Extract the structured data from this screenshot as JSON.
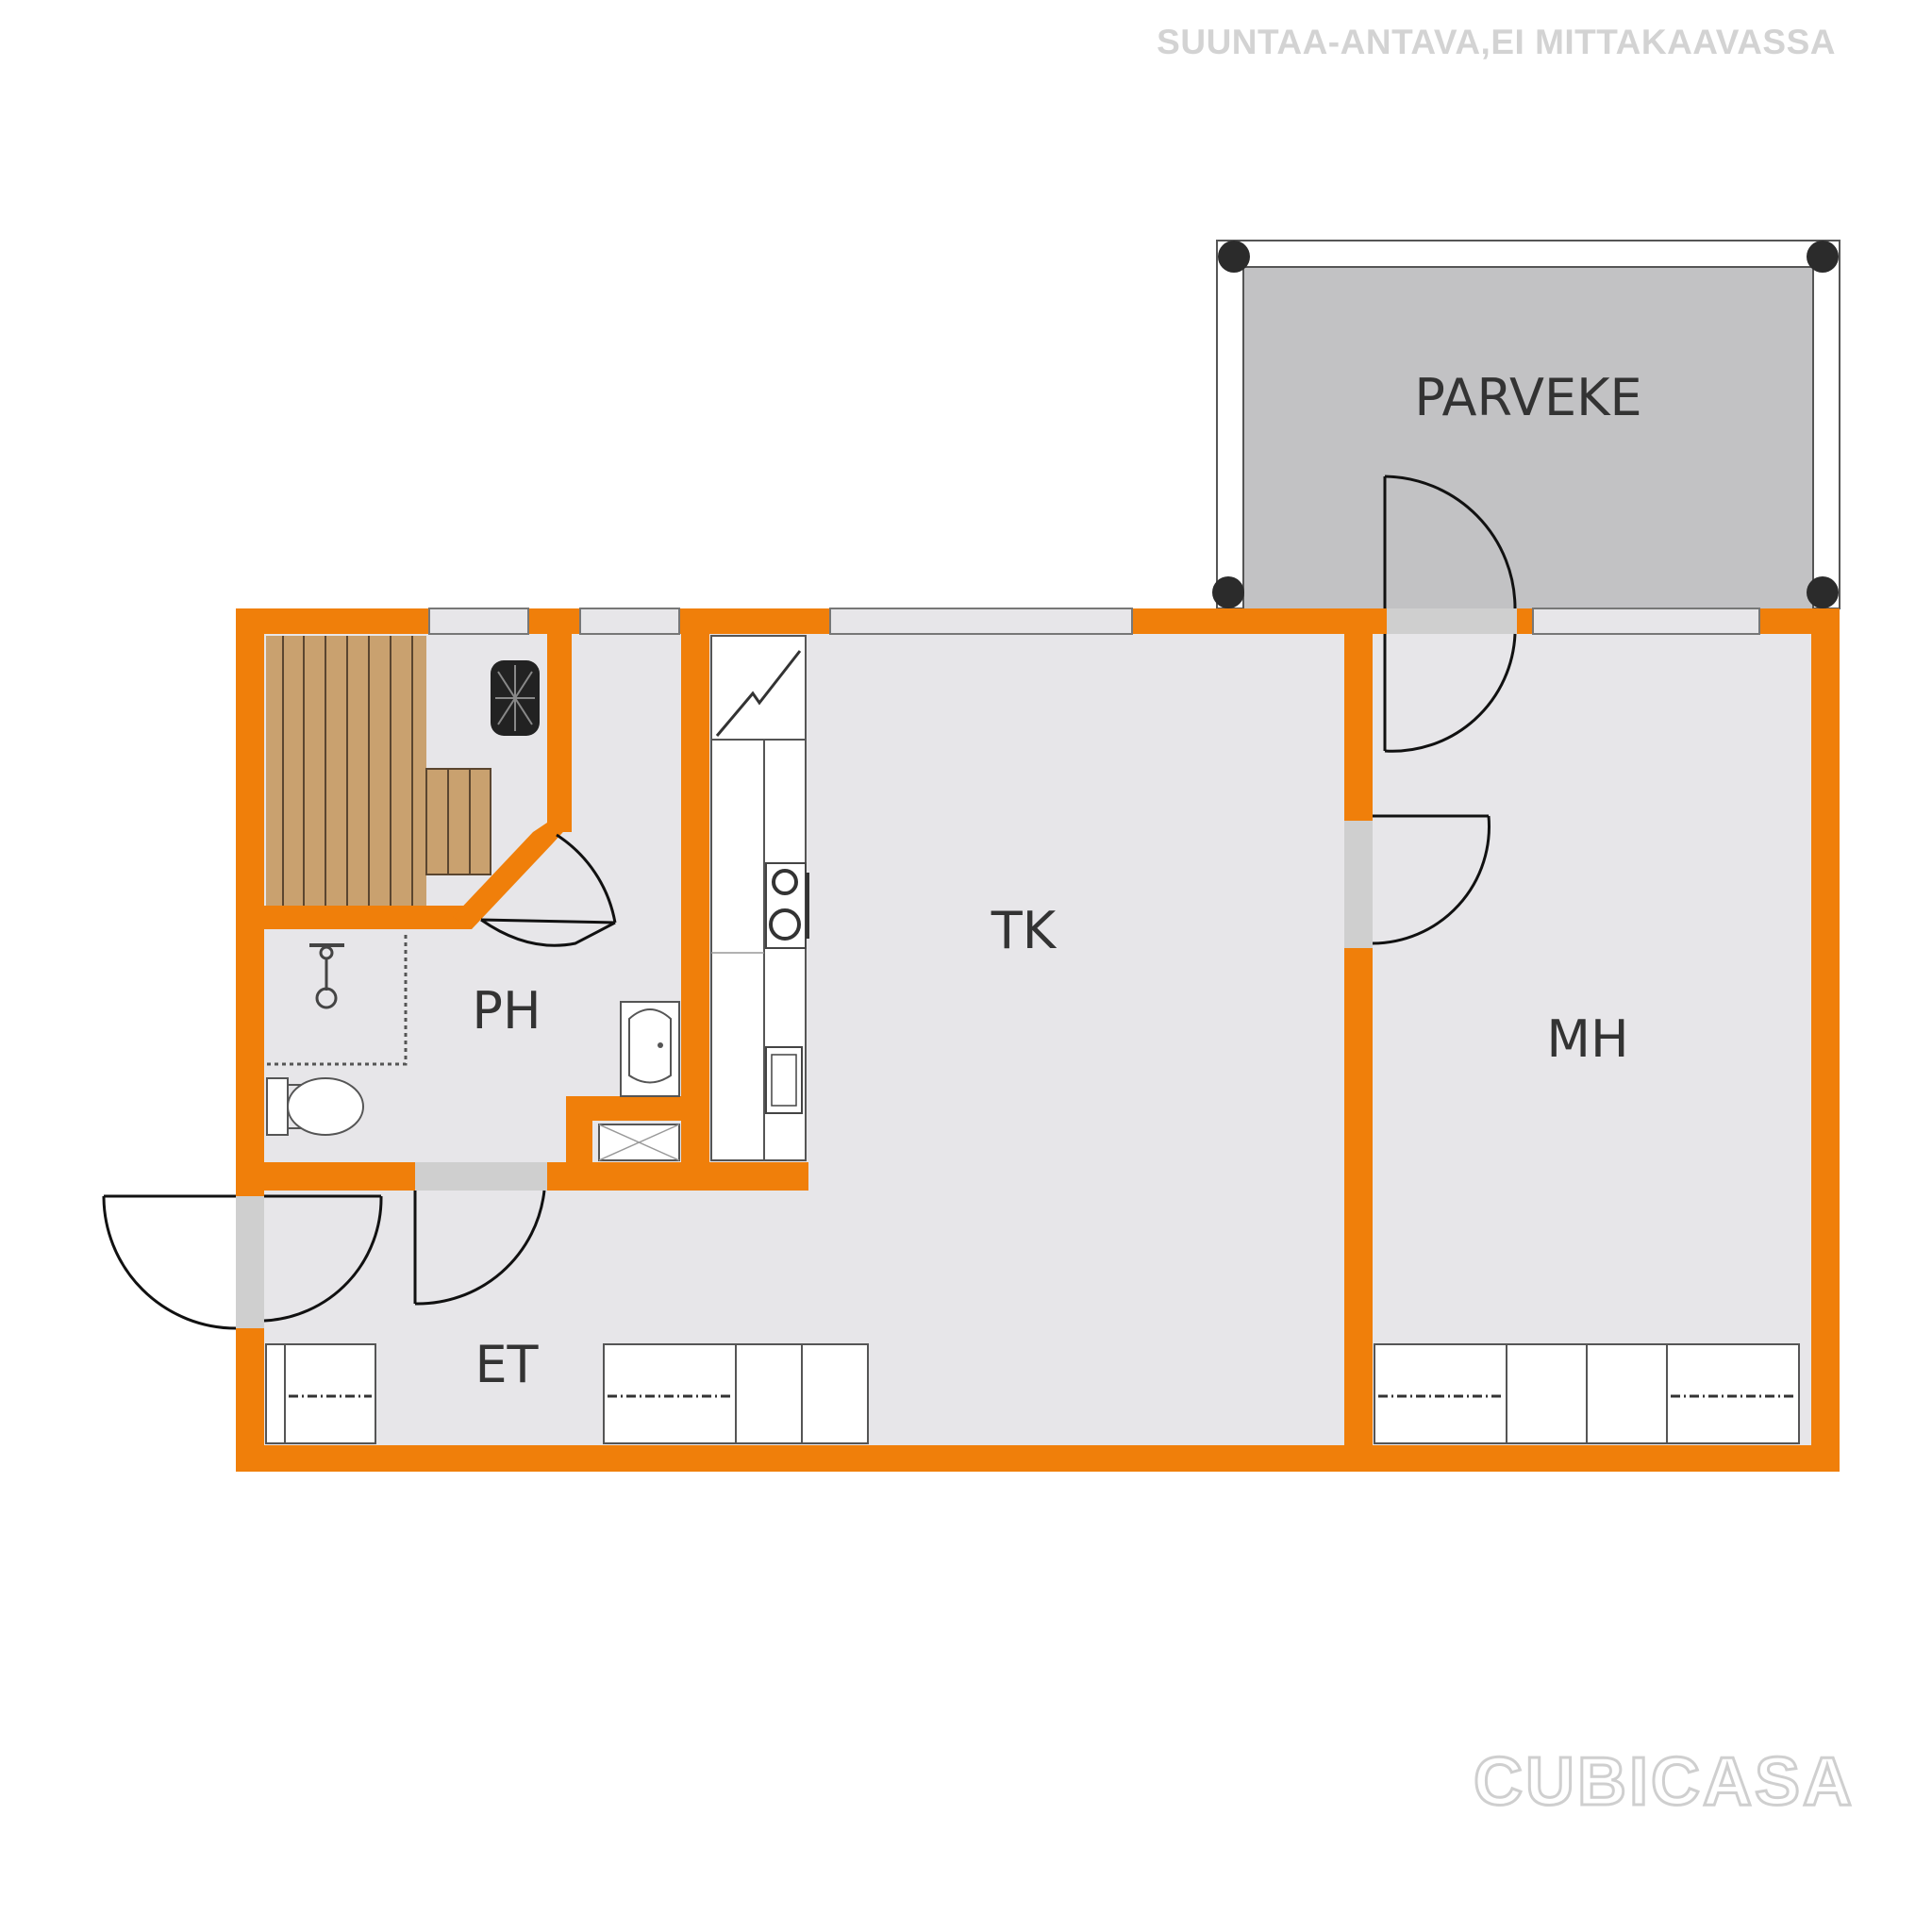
{
  "disclaimer": "SUUNTAA-ANTAVA,EI MITTAKAAVASSA",
  "brand": "CUBICASA",
  "rooms": {
    "balcony": "PARVEKE",
    "kitchen_living": "TK",
    "bathroom": "PH",
    "bedroom": "MH",
    "entrance": "ET"
  },
  "colors": {
    "wall": "#f07f0a",
    "floor": "#e7e6e9",
    "balcony_floor": "#c2c2c4",
    "sauna_bench": "#c9a16f",
    "door_frame": "#cfcfcf"
  },
  "icons": [
    "sauna-stove-icon",
    "shower-icon",
    "sink-icon",
    "toilet-icon",
    "stove-icon",
    "kitchen-sink-icon"
  ]
}
